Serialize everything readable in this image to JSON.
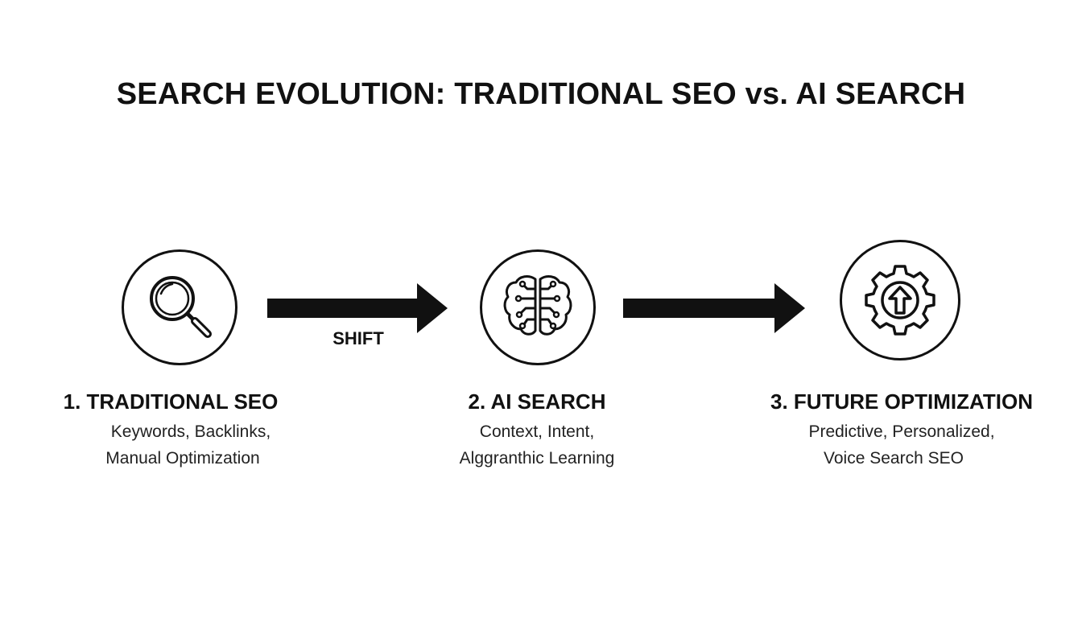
{
  "title": "SEARCH EVOLUTION: TRADITIONAL SEO vs. AI SEARCH",
  "connector_label": "SHIFT",
  "stages": [
    {
      "title": "1. TRADITIONAL SEO",
      "desc_line1": "Keywords, Backlinks,",
      "desc_line2": "Manual Optimization",
      "icon": "magnifying-glass-icon"
    },
    {
      "title": "2. AI SEARCH",
      "desc_line1": "Context, Intent,",
      "desc_line2": "Alggranthic Learning",
      "icon": "brain-circuit-icon"
    },
    {
      "title": "3. FUTURE OPTIMIZATION",
      "desc_line1": "Predictive, Personalized,",
      "desc_line2": "Voice Search SEO",
      "icon": "gear-up-arrow-icon"
    }
  ],
  "colors": {
    "ink": "#111111",
    "background": "#ffffff"
  }
}
